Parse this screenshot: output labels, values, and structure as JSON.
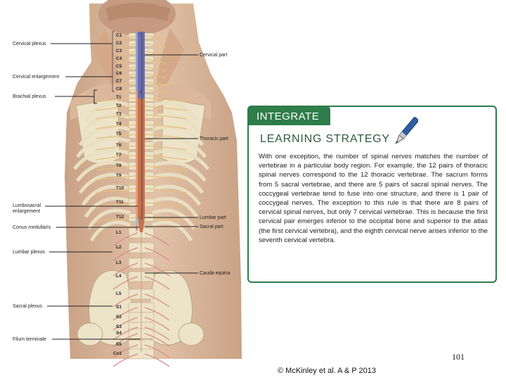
{
  "diagram": {
    "left_labels": [
      {
        "id": "cervical-plexus",
        "text": "Cervical plexus"
      },
      {
        "id": "cervical-enlargement",
        "text": "Cervical enlargement"
      },
      {
        "id": "brachial-plexus",
        "text": "Brachial plexus"
      },
      {
        "id": "lumbosacral-enlargement",
        "text": "Lumbosacral enlargement"
      },
      {
        "id": "conus-medullaris",
        "text": "Conus medullaris"
      },
      {
        "id": "lumbar-plexus",
        "text": "Lumbar plexus"
      },
      {
        "id": "sacral-plexus",
        "text": "Sacral plexus"
      },
      {
        "id": "filum-terminale",
        "text": "Filum terminale"
      }
    ],
    "right_labels": [
      {
        "id": "cervical-part",
        "text": "Cervical part"
      },
      {
        "id": "thoracic-part",
        "text": "Thoracic part"
      },
      {
        "id": "lumbar-part",
        "text": "Lumbar part"
      },
      {
        "id": "sacral-part",
        "text": "Sacral part"
      },
      {
        "id": "cauda-equina",
        "text": "Cauda equina"
      }
    ],
    "segments": [
      "C1",
      "C2",
      "C3",
      "C4",
      "C5",
      "C6",
      "C7",
      "C8",
      "T1",
      "T2",
      "T3",
      "T4",
      "T5",
      "T6",
      "T7",
      "T8",
      "T9",
      "T10",
      "T11",
      "T12",
      "L1",
      "L2",
      "L3",
      "L4",
      "L5",
      "S1",
      "S2",
      "S3",
      "S4",
      "S5",
      "Co1"
    ],
    "colors": {
      "cervical": "#9aa0cf",
      "thoracic": "#e8a07a",
      "lumbar": "#8fc6e0",
      "sacral": "#e38c8c",
      "cord_upper": "#6a6fae",
      "cord_lower": "#c4734f",
      "nerve": "#e6c07a",
      "bone": "#ece3c8",
      "skin": "#d9b69a"
    }
  },
  "panel": {
    "tab": "INTEGRATE",
    "title": "LEARNING STRATEGY",
    "body": "With one exception, the number of spinal nerves matches the number of vertebrae in a particular body region. For example, the 12 pairs of thoracic spinal nerves correspond to the 12 thoracic vertebrae. The sacrum forms from 5 sacral vertebrae, and there are 5 pairs of sacral spinal nerves. The coccygeal vertebrae tend to fuse into one structure, and there is 1 pair of coccygeal nerves. The exception to this rule is that there are 8 pairs of cervical spinal nerves, but only 7 cervical vertebrae. This is because the first cervical pair emerges inferior to the occipital bone and superior to the atlas (the first cervical vertebra), and the eighth cervical nerve arises inferior to the seventh cervical vertebra.",
    "accent": "#2e7d4a",
    "icon": "pen-icon"
  },
  "footer": {
    "page_number": "101",
    "credit": "© McKinley et al. A & P 2013"
  }
}
